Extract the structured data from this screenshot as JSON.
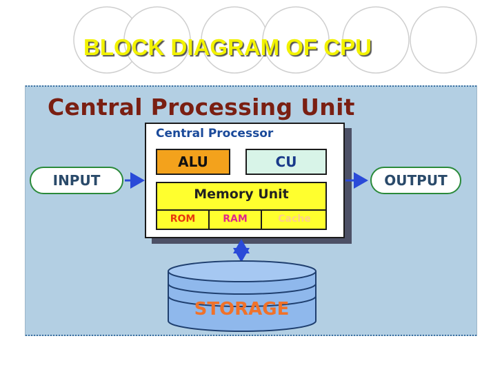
{
  "slide": {
    "title": "BLOCK DIAGRAM OF CPU"
  },
  "diagram": {
    "title": "Central Processing Unit",
    "processor_label": "Central Processor",
    "alu": "ALU",
    "cu": "CU",
    "memory_label": "Memory Unit",
    "memory_cells": [
      "ROM",
      "RAM",
      "Cache"
    ],
    "input": "INPUT",
    "output": "OUTPUT",
    "storage": "STORAGE"
  },
  "colors": {
    "slide_title": "#f2f200",
    "diagram_background": "#b3cfe3",
    "alu_fill": "#f3a21c",
    "cu_fill": "#d8f4e8",
    "memory_fill": "#ffff2e",
    "storage_fill": "#8fb8ec",
    "arrow": "#2a4ad8",
    "pill_border": "#2a8a3a"
  }
}
